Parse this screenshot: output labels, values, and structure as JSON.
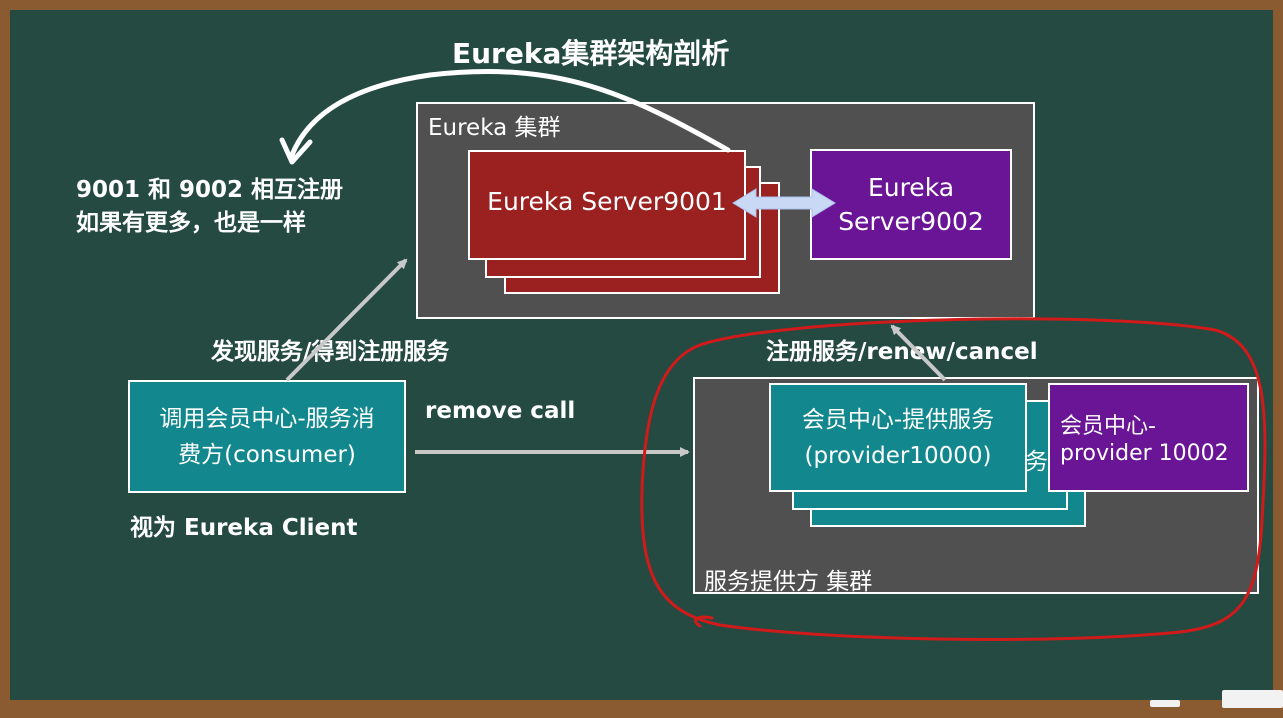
{
  "title": "Eureka集群架构剖析",
  "eureka_cluster": {
    "label": "Eureka 集群",
    "server_9001": "Eureka Server9001",
    "server_9002_line1": "Eureka",
    "server_9002_line2": "Server9002"
  },
  "note": {
    "line1": "9001 和 9002 相互注册",
    "line2": "如果有更多，也是一样"
  },
  "discover_label": "发现服务/得到注册服务",
  "register_label": "注册服务/renew/cancel",
  "consumer": {
    "line1": "调用会员中心-服务消",
    "line2": "费方(consumer)",
    "caption": "视为 Eureka Client"
  },
  "remote_call_label": "remove call",
  "provider_cluster": {
    "label": "服务提供方 集群",
    "provider_a_line1": "会员中心-提供服务",
    "provider_a_line2": "(provider10000)",
    "hidden_fragment": "务",
    "provider_b_line1": "会员中心-",
    "provider_b_line2": "provider 10002"
  },
  "colors": {
    "board": "#254a42",
    "frame": "#8a5a30",
    "server_red": "#9b2121",
    "server_purple": "#6a1596",
    "consumer_teal": "#12888e",
    "cluster_grey": "#505050",
    "highlight_red": "#d11a1a"
  }
}
